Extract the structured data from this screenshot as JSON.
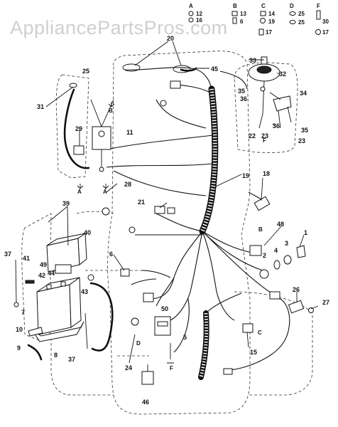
{
  "watermark": "AppliancePartsPros.com",
  "hardware_key": [
    {
      "letter": "A",
      "parts": [
        "12",
        "16"
      ]
    },
    {
      "letter": "B",
      "parts": [
        "13",
        "6"
      ]
    },
    {
      "letter": "C",
      "parts": [
        "14",
        "19"
      ]
    },
    {
      "letter": "D",
      "parts": [
        "25",
        "25"
      ]
    },
    {
      "letter": "F",
      "parts": [
        "30",
        "17"
      ]
    }
  ],
  "extra_key_label": "17",
  "callouts": [
    "20",
    "45",
    "25",
    "31",
    "29",
    "11",
    "33",
    "32",
    "35",
    "36",
    "34",
    "22",
    "23",
    "36",
    "35",
    "23",
    "19",
    "18",
    "28",
    "21",
    "39",
    "40",
    "48",
    "1",
    "37",
    "41",
    "49",
    "44",
    "42",
    "43",
    "6",
    "2",
    "4",
    "3",
    "7",
    "10",
    "9",
    "8",
    "37",
    "50",
    "5",
    "24",
    "15",
    "26",
    "27",
    "46"
  ],
  "connector_letters": [
    "B",
    "A",
    "A",
    "B",
    "C",
    "D",
    "F",
    "F"
  ]
}
